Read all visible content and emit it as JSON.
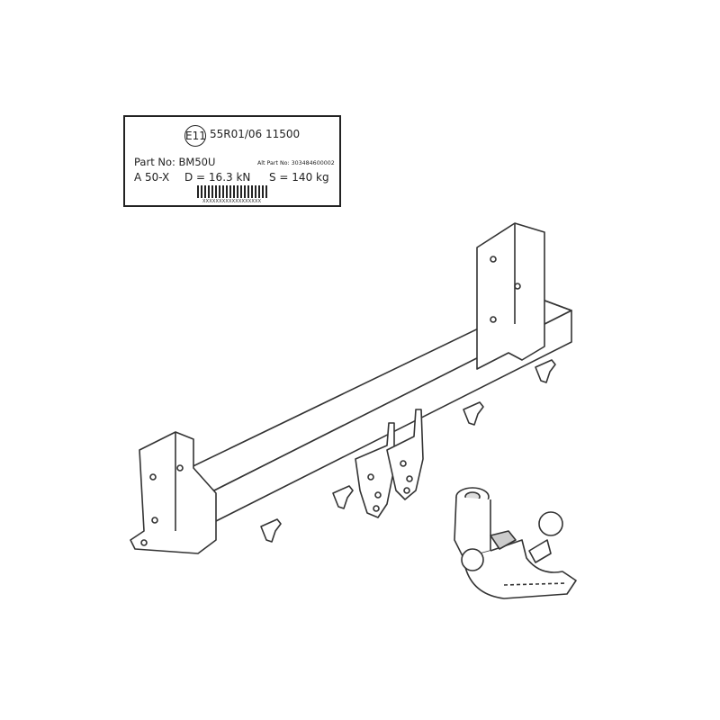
{
  "label": {
    "approval_mark": "E11",
    "approval_number": "55R01/06 11500",
    "part_no": "Part No:  BM50U",
    "alt_part_no": "Alt Part No: 303484600002",
    "class": "A 50-X",
    "d_value": "D = 16.3 kN",
    "s_value": "S = 140 kg",
    "barcode_text": "XXXXXXXXXXXXXXXXXX"
  }
}
